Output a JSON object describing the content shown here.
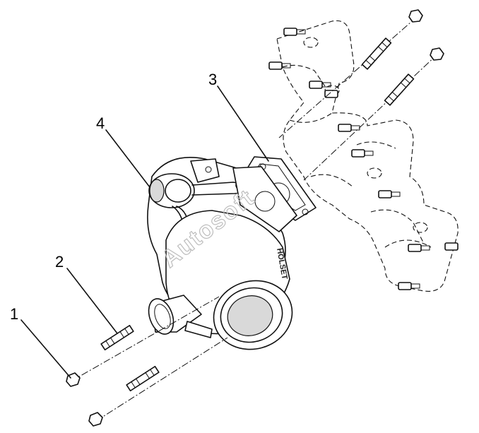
{
  "callouts": [
    {
      "id": "callout-1",
      "label": "1"
    },
    {
      "id": "callout-2",
      "label": "2"
    },
    {
      "id": "callout-3",
      "label": "3"
    },
    {
      "id": "callout-4",
      "label": "4"
    }
  ],
  "watermark": "Autosoft",
  "colors": {
    "line": "#111111",
    "background": "#ffffff",
    "watermark": "#bdbdbd"
  }
}
